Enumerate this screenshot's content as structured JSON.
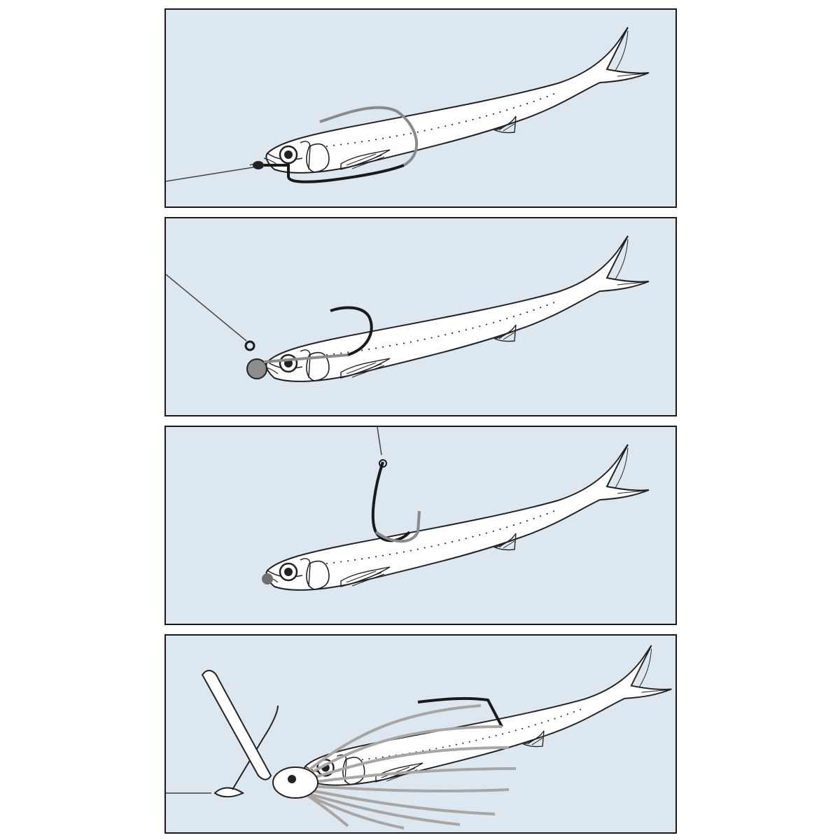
{
  "colors": {
    "background": "#dde7f0",
    "panel_border": "#1a1a1a",
    "lure_fill": "#ffffff",
    "outline": "#222222",
    "hook_visible": "#1a1a1a",
    "hook_hidden": "#8a8a8a",
    "jighead": "#8c8c8c",
    "skirt": "#a8a5a2"
  },
  "panels": [
    {
      "rig": "weedless-hook",
      "hook_style": "offset-shank"
    },
    {
      "rig": "ball-jighead",
      "hook_style": "exposed-upturned"
    },
    {
      "rig": "drop-shot-hook",
      "hook_style": "exposed-upturned"
    },
    {
      "rig": "spinnerbait-trailer",
      "hook_style": "skirted"
    }
  ]
}
